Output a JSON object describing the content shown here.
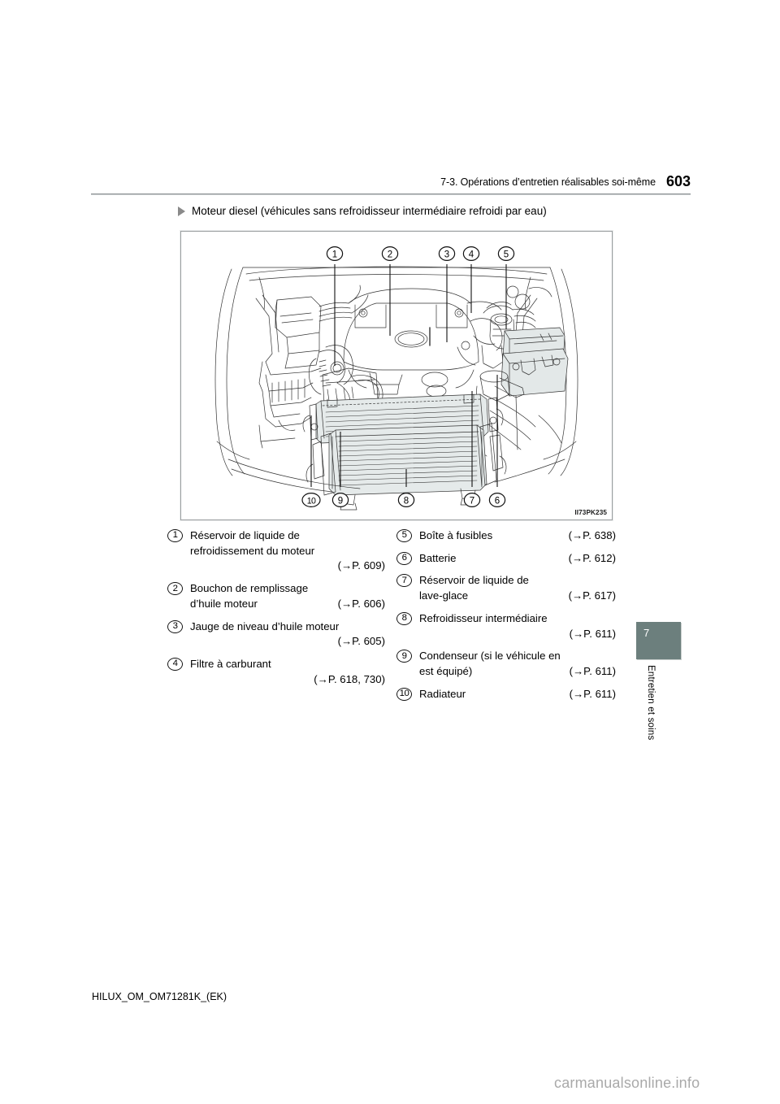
{
  "header": {
    "section_title": "7-3. Opérations d’entretien réalisables soi-même",
    "page_number": "603"
  },
  "subhead": {
    "bullet_icon": "triangle-right-icon",
    "text": "Moteur diesel (véhicules sans refroidisseur intermédiaire refroidi par eau)"
  },
  "figure": {
    "code": "II73PK235",
    "alt": "engine-compartment-diagram",
    "callouts_top": [
      "1",
      "2",
      "3",
      "4",
      "5"
    ],
    "callouts_bottom": [
      "10",
      "9",
      "8",
      "7",
      "6"
    ]
  },
  "legend": {
    "left": [
      {
        "number": "1",
        "lines": [
          {
            "label": "Réservoir de liquide de",
            "ref": ""
          },
          {
            "label": "refroidissement du moteur",
            "ref": ""
          },
          {
            "label": "",
            "ref": "(→P. 609)"
          }
        ]
      },
      {
        "number": "2",
        "lines": [
          {
            "label": "Bouchon de remplissage",
            "ref": ""
          },
          {
            "label": "d’huile moteur",
            "ref": "(→P. 606)"
          }
        ]
      },
      {
        "number": "3",
        "lines": [
          {
            "label": "Jauge de niveau d’huile moteur",
            "ref": ""
          },
          {
            "label": "",
            "ref": "(→P. 605)"
          }
        ]
      },
      {
        "number": "4",
        "lines": [
          {
            "label": "Filtre à carburant",
            "ref": ""
          },
          {
            "label": "",
            "ref": "(→P. 618, 730)"
          }
        ]
      }
    ],
    "right": [
      {
        "number": "5",
        "lines": [
          {
            "label": "Boîte à fusibles",
            "ref": "(→P. 638)"
          }
        ]
      },
      {
        "number": "6",
        "lines": [
          {
            "label": "Batterie",
            "ref": "(→P. 612)"
          }
        ]
      },
      {
        "number": "7",
        "lines": [
          {
            "label": "Réservoir de liquide de",
            "ref": ""
          },
          {
            "label": "lave-glace",
            "ref": "(→P. 617)"
          }
        ]
      },
      {
        "number": "8",
        "lines": [
          {
            "label": "Refroidisseur intermédiaire",
            "ref": ""
          },
          {
            "label": "",
            "ref": "(→P. 611)"
          }
        ]
      },
      {
        "number": "9",
        "lines": [
          {
            "label": "Condenseur (si le véhicule en",
            "ref": ""
          },
          {
            "label": "est équipé)",
            "ref": "(→P. 611)"
          }
        ]
      },
      {
        "number": "10",
        "lines": [
          {
            "label": "Radiateur",
            "ref": "(→P. 611)"
          }
        ]
      }
    ]
  },
  "chapter_tab": {
    "number": "7",
    "label": "Entretien et soins",
    "color": "#6c7f7d"
  },
  "footer": {
    "doc_id": "HILUX_OM_OM71281K_(EK)",
    "watermark": "carmanualsonline.info"
  }
}
